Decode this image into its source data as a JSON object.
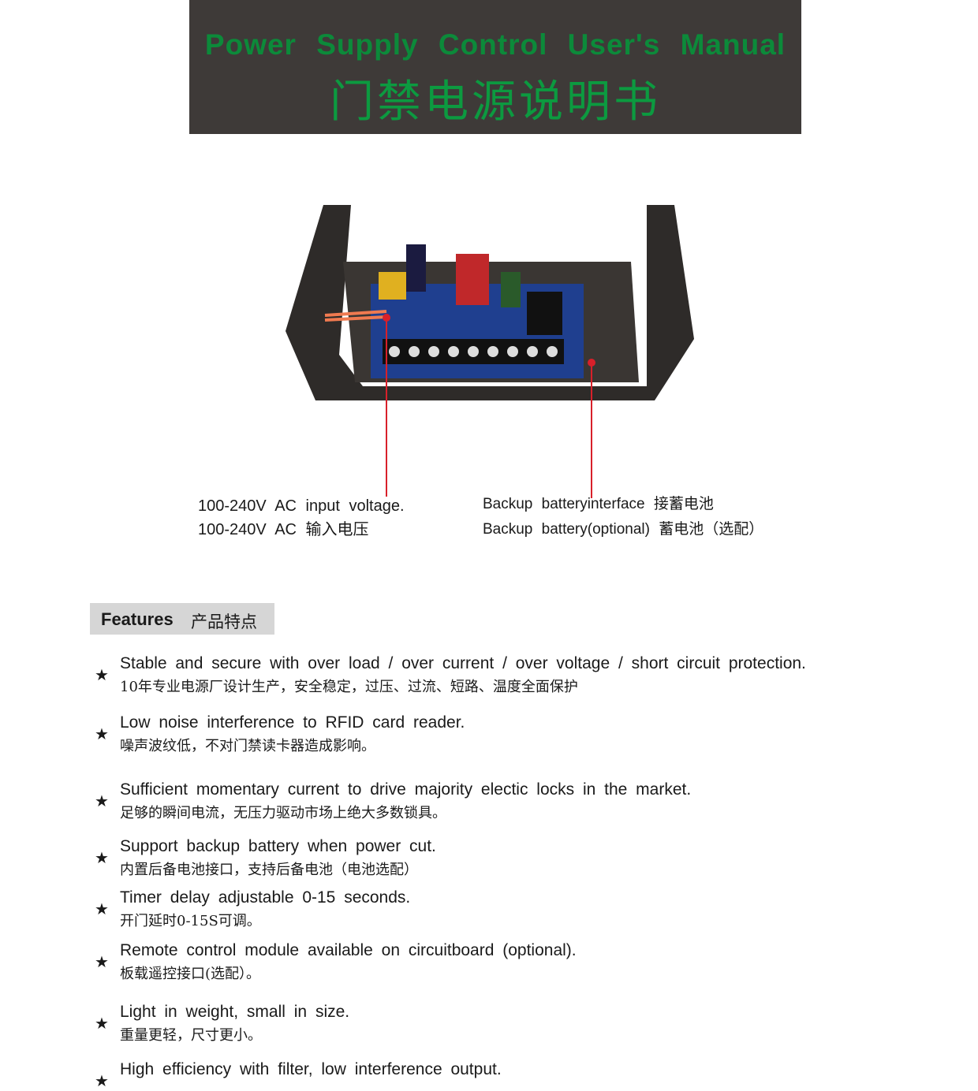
{
  "header": {
    "title_en": "Power Supply Control User's Manual",
    "title_zh": "门禁电源说明书"
  },
  "captions": {
    "ac_en": "100-240V AC input voltage.",
    "ac_zh": "100-240V AC 输入电压",
    "bat_en": "Backup batteryinterface 接蓄电池",
    "bat_zh": "Backup battery(optional) 蓄电池（选配）"
  },
  "features": {
    "title_en": "Features",
    "title_zh": "产品特点",
    "items": [
      {
        "en": "Stable and secure with over load / over current / over voltage / short circuit protection.",
        "zh": "10年专业电源厂设计生产，安全稳定，过压、过流、短路、温度全面保护"
      },
      {
        "en": "Low noise interference to RFID card reader.",
        "zh": "噪声波纹低，不对门禁读卡器造成影响。"
      },
      {
        "en": "Sufficient momentary current to drive majority electic locks in the market.",
        "zh": "足够的瞬间电流，无压力驱动市场上绝大多数锁具。"
      },
      {
        "en": "Support backup battery when power cut.",
        "zh": "内置后备电池接口，支持后备电池（电池选配）"
      },
      {
        "en": "Timer delay adjustable 0-15 seconds.",
        "zh": "开门延时0-15S可调。"
      },
      {
        "en": "Remote control module available on circuitboard (optional).",
        "zh": "板载遥控接口(选配）。"
      },
      {
        "en": "Light in weight, small in size.",
        "zh": "重量更轻，尺寸更小。"
      },
      {
        "en": "High efficiency with filter, low interference output.",
        "zh": ""
      }
    ]
  },
  "colors": {
    "banner": "#3e3a38",
    "title": "#0c8a3a",
    "pointer": "#d8202a"
  }
}
